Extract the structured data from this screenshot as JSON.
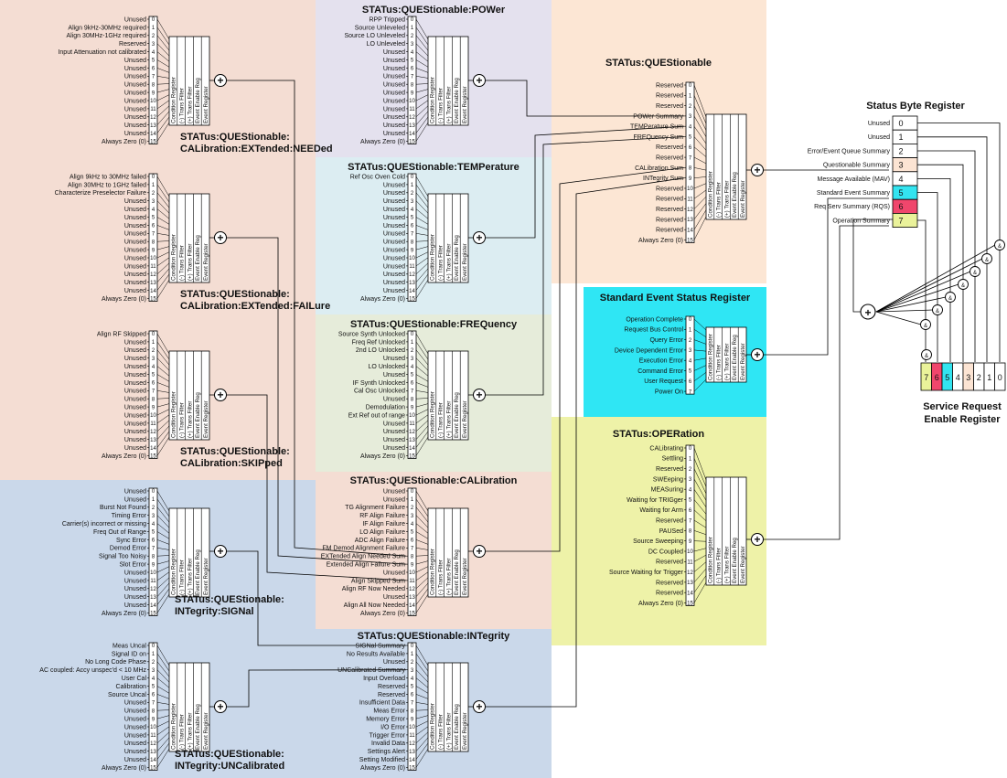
{
  "colors": {
    "salmon": "#f4ddd3",
    "lavender": "#e4e1ee",
    "peach": "#fce6d4",
    "lightblue": "#dcedf2",
    "sage": "#e6ecda",
    "steelblue": "#cad8ea",
    "cyan": "#2fe6f4",
    "yellowgreen": "#eef2a8",
    "sb_bit3": "#fce4d3",
    "sb_bit5": "#33e4f0",
    "sb_bit6": "#f0466c",
    "sb_bit7": "#eaf29a"
  },
  "register_labels": [
    "Condition Register",
    "(-) Trans Filter",
    "(+) Trans Filter",
    "Event Enable Reg",
    "Event Register"
  ],
  "registers": {
    "cal_ext_needed": {
      "title": "STATus:QUEStionable:\nCALibration:EXTended:NEEDed",
      "bits": [
        "Unused",
        "Align 9kHz-30MHz required",
        "Align 30MHz-1GHz required",
        "Reserved",
        "Input Attenuation not calibrated",
        "Unused",
        "Unused",
        "Unused",
        "Unused",
        "Unused",
        "Unused",
        "Unused",
        "Unused",
        "Unused",
        "Unused",
        "Always Zero (0)"
      ]
    },
    "cal_ext_failure": {
      "title": "STATus:QUEStionable:\nCALibration:EXTended:FAILure",
      "bits": [
        "Align 9kHz to 30MHz failed",
        "Align 30MHz to 1GHz failed",
        "Characterize Preselector Failure",
        "Unused",
        "Unused",
        "Unused",
        "Unused",
        "Unused",
        "Unused",
        "Unused",
        "Unused",
        "Unused",
        "Unused",
        "Unused",
        "Unused",
        "Always Zero (0)"
      ]
    },
    "cal_skipped": {
      "title": "STATus:QUEStionable:\nCALibration:SKIPped",
      "bits": [
        "Align RF Skipped",
        "Unused",
        "Unused",
        "Unused",
        "Unused",
        "Unused",
        "Unused",
        "Unused",
        "Unused",
        "Unused",
        "Unused",
        "Unused",
        "Unused",
        "Unused",
        "Unused",
        "Always Zero (0)"
      ]
    },
    "integrity_signal": {
      "title": "STATus:QUEStionable:\nINTegrity:SIGNal",
      "bits": [
        "Unused",
        "Unused",
        "Burst Not Found",
        "Timing Error",
        "Carrier(s) incorrect or missing",
        "Freq Out of Range",
        "Sync Error",
        "Demod Error",
        "Signal Too Noisy",
        "Slot Error",
        "Unused",
        "Unused",
        "Unused",
        "Unused",
        "Unused",
        "Always Zero (0)"
      ]
    },
    "integrity_uncal": {
      "title": "STATus:QUEStionable:\nINTegrity:UNCalibrated",
      "bits": [
        "Meas Uncal",
        "Signal ID on",
        "No Long Code Phase",
        "AC coupled: Accy unspec'd < 10 MHz",
        "User Cal",
        "Calibration",
        "Source Uncal",
        "Unused",
        "Unused",
        "Unused",
        "Unused",
        "Unused",
        "Unused",
        "Unused",
        "Unused",
        "Always Zero (0)"
      ]
    },
    "power": {
      "title": "STATus:QUEStionable:POWer",
      "bits": [
        "RPP Tripped",
        "Source Unleveled",
        "Source LO Unleveled",
        "LO Unleveled",
        "Unused",
        "Unused",
        "Unused",
        "Unused",
        "Unused",
        "Unused",
        "Unused",
        "Unused",
        "Unused",
        "Unused",
        "Unused",
        "Always Zero (0)"
      ]
    },
    "temperature": {
      "title": "STATus:QUEStionable:TEMPerature",
      "bits": [
        "Ref Osc Oven Cold",
        "Unused",
        "Unused",
        "Unused",
        "Unused",
        "Unused",
        "Unused",
        "Unused",
        "Unused",
        "Unused",
        "Unused",
        "Unused",
        "Unused",
        "Unused",
        "Unused",
        "Always Zero (0)"
      ]
    },
    "frequency": {
      "title": "STATus:QUEStionable:FREQuency",
      "bits": [
        "Source Synth Unlocked",
        "Freq Ref Unlocked",
        "2nd LO Unlocked",
        "Unused",
        "LO Unlocked",
        "Unused",
        "IF Synth Unlocked",
        "Cal Osc Unlocked",
        "Unused",
        "Demodulation",
        "Ext Ref out of range",
        "Unused",
        "Unused",
        "Unused",
        "Unused",
        "Always Zero (0)"
      ]
    },
    "calibration": {
      "title": "STATus:QUEStionable:CALibration",
      "bits": [
        "Unused",
        "Unused",
        "TG Alignment Failure",
        "RF Align Failure",
        "IF Align Failure",
        "LO Align Failure",
        "ADC Align Failure",
        "FM Demod Alignment Failure",
        "EXTended Align Needed Sum",
        "Extended Align Failure Sum",
        "Unused",
        "Align Skipped Sum",
        "Align RF Now Needed",
        "Unused",
        "Align All Now Needed",
        "Always Zero (0)"
      ]
    },
    "integrity": {
      "title": "STATus:QUEStionable:INTegrity",
      "bits": [
        "SIGNal Summary",
        "No Results Available",
        "Unused",
        "UNCalibrated Summary",
        "Input Overload",
        "Reserved",
        "Reserved",
        "Insufficient Data",
        "Meas Error",
        "Memory Error",
        "I/O Error",
        "Trigger Error",
        "Invalid Data",
        "Settings Alert",
        "Setting Modified",
        "Always Zero (0)"
      ]
    },
    "questionable": {
      "title": "STATus:QUEStionable",
      "bits": [
        "Reserved",
        "Reserved",
        "Reserved",
        "POWer Summary",
        "TEMPerature Sum",
        "FREQuency Sum",
        "Reserved",
        "Reserved",
        "CALibration Sum",
        "INTegrity Sum",
        "Reserved",
        "Reserved",
        "Reserved",
        "Reserved",
        "Reserved",
        "Always Zero (0)"
      ]
    },
    "standard_event": {
      "title": "Standard Event Status Register",
      "bits": [
        "Operation Complete",
        "Request Bus Control",
        "Query Error",
        "Device Dependent Error",
        "Execution Error",
        "Command Error",
        "User Request",
        "Power On"
      ]
    },
    "operation": {
      "title": "STATus:OPERation",
      "bits": [
        "CALibrating",
        "Settling",
        "Reserved",
        "SWEeping",
        "MEASuring",
        "Waiting for TRIGger",
        "Waiting for Arm",
        "Reserved",
        "PAUSed",
        "Source Sweeping",
        "DC Coupled",
        "Reserved",
        "Source Waiting for Trigger",
        "Reserved",
        "Reserved",
        "Always Zero (0)"
      ]
    }
  },
  "status_byte": {
    "title": "Status Byte Register",
    "bits": [
      "Unused",
      "Unused",
      "Error/Event Queue Summary",
      "Questionable Summary",
      "Message Available (MAV)",
      "Standard Event Summary",
      "Req Serv Summary (RQS)",
      "Operation Summary"
    ]
  },
  "service_request": {
    "title_line1": "Service Request",
    "title_line2": "Enable Register",
    "cells": [
      "7",
      "6",
      "5",
      "4",
      "3",
      "2",
      "1",
      "0"
    ]
  },
  "symbols": {
    "or_gate": "+",
    "and_gate": "&"
  }
}
